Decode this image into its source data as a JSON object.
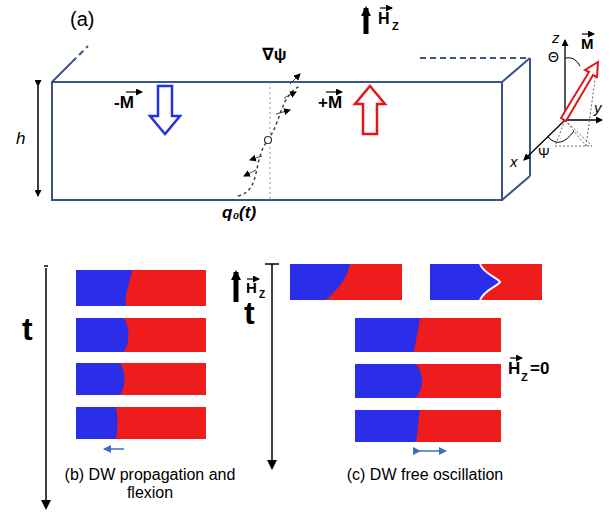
{
  "diagram": {
    "labels": [
      "(a)",
      "H",
      "Z",
      "h",
      "∇ψ",
      "-M",
      "+M",
      "q₀(t)",
      "z",
      "y",
      "x",
      "Θ",
      "Ψ",
      "M",
      "t",
      "H",
      "Z",
      "(b)  DW propagation and flexion",
      "t",
      "H",
      "Z",
      "=0",
      "(c)  DW free oscillation"
    ]
  }
}
